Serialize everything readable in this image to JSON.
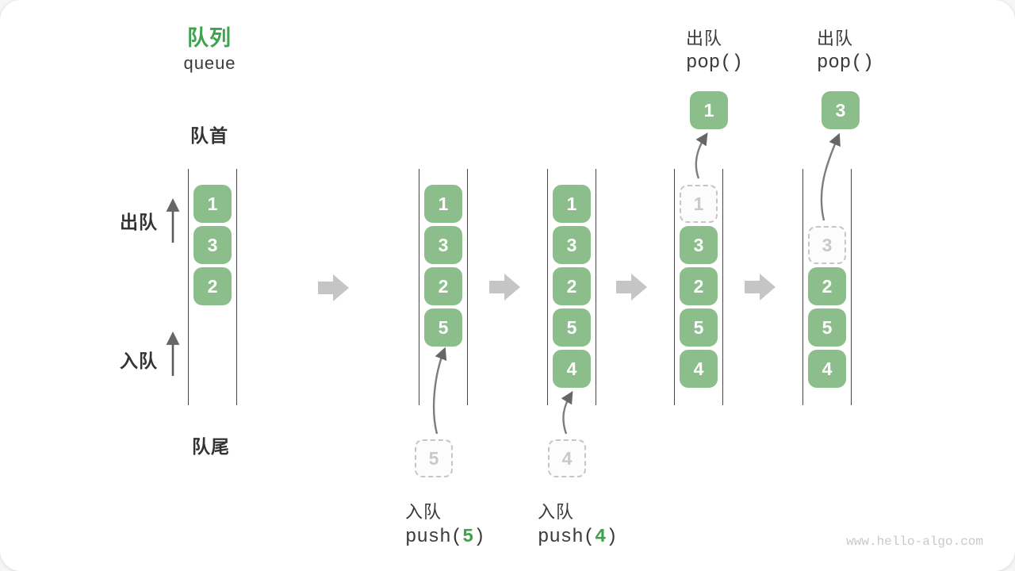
{
  "title": {
    "zh": "队列",
    "en": "queue"
  },
  "labels": {
    "front": "队首",
    "rear": "队尾",
    "dequeue_side": "出队",
    "enqueue_side": "入队"
  },
  "watermark": "www.hello-algo.com",
  "colors": {
    "accent_green": "#3FA24D",
    "box_green": "#8CBE8C",
    "wall_gray": "#464646",
    "block_arrow_gray": "#C5C5C5",
    "curve_arrow_gray": "#7D7D7D",
    "dashed_border_gray": "#C6C6C6",
    "dashed_text_gray": "#C9C9C9",
    "text_dark": "#3A3A3A",
    "watermark_gray": "#C9C9C9"
  },
  "queues": [
    {
      "name": "state-initial",
      "slots": [
        {
          "v": "1",
          "style": "solid"
        },
        {
          "v": "3",
          "style": "solid"
        },
        {
          "v": "2",
          "style": "solid"
        }
      ]
    },
    {
      "name": "state-after-push-5",
      "slots": [
        {
          "v": "1",
          "style": "solid"
        },
        {
          "v": "3",
          "style": "solid"
        },
        {
          "v": "2",
          "style": "solid"
        },
        {
          "v": "5",
          "style": "solid"
        }
      ],
      "staging": {
        "v": "5"
      },
      "op": {
        "label": "入队",
        "code_pre": "push(",
        "code_arg": "5",
        "code_post": ")"
      }
    },
    {
      "name": "state-after-push-4",
      "slots": [
        {
          "v": "1",
          "style": "solid"
        },
        {
          "v": "3",
          "style": "solid"
        },
        {
          "v": "2",
          "style": "solid"
        },
        {
          "v": "5",
          "style": "solid"
        },
        {
          "v": "4",
          "style": "solid"
        }
      ],
      "staging": {
        "v": "4"
      },
      "op": {
        "label": "入队",
        "code_pre": "push(",
        "code_arg": "4",
        "code_post": ")"
      }
    },
    {
      "name": "state-after-pop-1",
      "slots": [
        {
          "v": "1",
          "style": "dashed"
        },
        {
          "v": "3",
          "style": "solid"
        },
        {
          "v": "2",
          "style": "solid"
        },
        {
          "v": "5",
          "style": "solid"
        },
        {
          "v": "4",
          "style": "solid"
        }
      ],
      "popped": {
        "v": "1"
      },
      "op": {
        "label": "出队",
        "code_pre": "pop()",
        "code_arg": "",
        "code_post": ""
      }
    },
    {
      "name": "state-after-pop-3",
      "slots": [
        {
          "v": "",
          "style": "empty"
        },
        {
          "v": "3",
          "style": "dashed"
        },
        {
          "v": "2",
          "style": "solid"
        },
        {
          "v": "5",
          "style": "solid"
        },
        {
          "v": "4",
          "style": "solid"
        }
      ],
      "popped": {
        "v": "3"
      },
      "op": {
        "label": "出队",
        "code_pre": "pop()",
        "code_arg": "",
        "code_post": ""
      }
    }
  ]
}
